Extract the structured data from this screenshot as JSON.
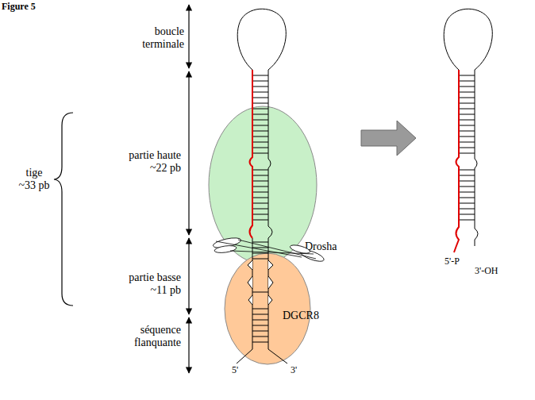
{
  "diagram": {
    "title": "Figure 5",
    "nodes": [
      {
        "text": [
          "Drosha"
        ]
      },
      {
        "text": [
          "DGCR8"
        ]
      }
    ],
    "labels": [
      "boucle terminale",
      "partie haute ~22 pb",
      "tige ~33 pb",
      "partie basse ~11 pb",
      "séquence flanquante",
      "5'-P",
      "3'-OH",
      "5'",
      "3'"
    ]
  }
}
